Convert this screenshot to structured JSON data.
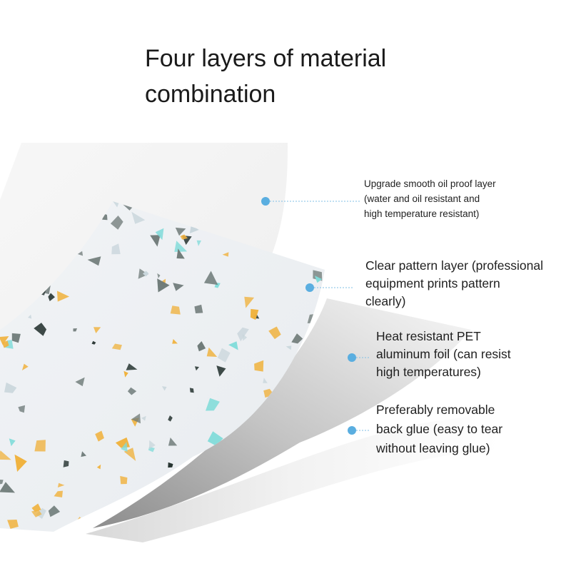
{
  "title": {
    "line1": "Four layers of material",
    "line2": "combination"
  },
  "layers": [
    {
      "lines": [
        "Upgrade smooth oil proof layer",
        "(water and oil resistant and",
        "high temperature resistant)"
      ]
    },
    {
      "lines": [
        "Clear pattern layer (professional",
        "equipment prints pattern",
        "clearly)"
      ]
    },
    {
      "lines": [
        "Heat resistant PET",
        "aluminum foil (can resist",
        "high temperatures)"
      ]
    },
    {
      "lines": [
        "Preferably removable",
        "back glue (easy to tear",
        "without leaving glue)"
      ]
    }
  ],
  "colors": {
    "marker": "#5aaee0",
    "leader_line": "#7fbfe6",
    "terrazzo_base": "#eef1f4",
    "chip_orange": "#f0b23e",
    "chip_gray": "#6e7a78",
    "chip_teal": "#7fdbd9",
    "chip_dark": "#1f2d2a"
  },
  "icons": {
    "marker": "dot-marker-icon"
  }
}
